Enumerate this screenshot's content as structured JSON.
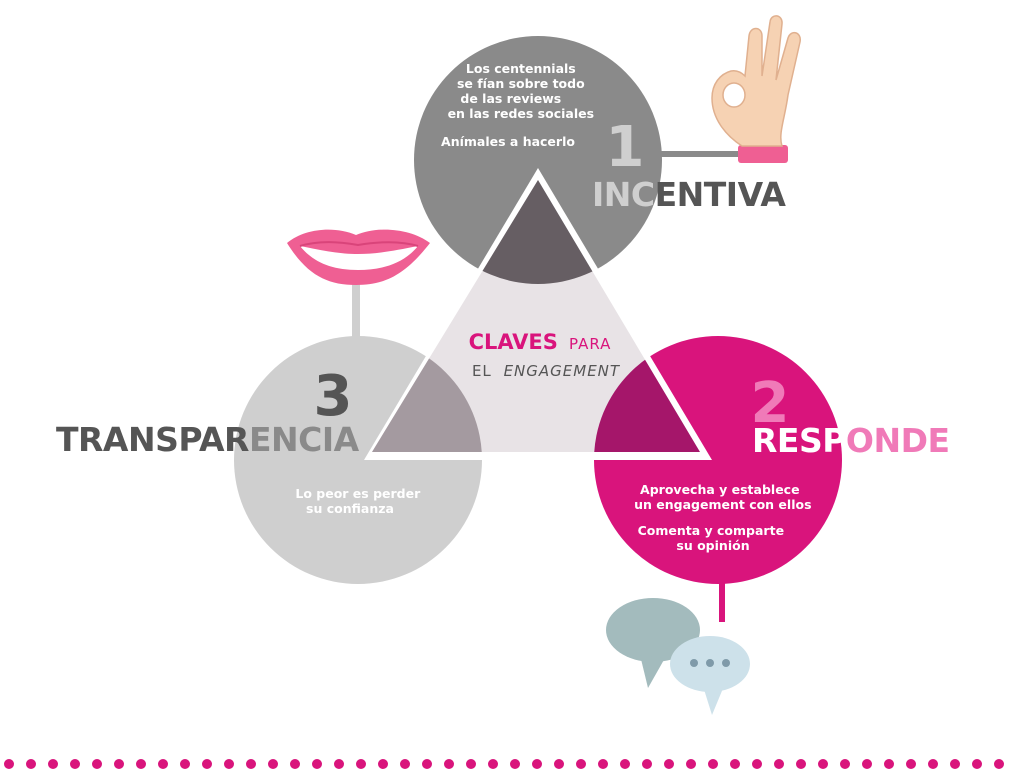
{
  "title": {
    "keyword": "CLAVES",
    "word_para": "PARA",
    "word_el": "EL",
    "word_engagement": "ENGAGEMENT"
  },
  "sections": [
    {
      "number": "1",
      "word_part1": "INC",
      "word_part2": "ENTIVA",
      "text_lines": [
        "Los centennials",
        "se fían sobre todo",
        "de las reviews",
        "en las redes sociales"
      ],
      "text_extra": "Anímales a hacerlo",
      "icon": "ok-hand-icon"
    },
    {
      "number": "2",
      "word_part1": "RESP",
      "word_part2": "ONDE",
      "text_lines": [
        "Aprovecha y establece",
        "un engagement con ellos"
      ],
      "text_extra_lines": [
        "Comenta y comparte",
        "su opinión"
      ],
      "icon": "speech-bubbles-icon"
    },
    {
      "number": "3",
      "word_part1": "TRANSPAR",
      "word_part2": "ENCIA",
      "text_lines": [
        "Lo peor es perder",
        "su confianza"
      ],
      "icon": "lips-icon"
    }
  ],
  "colors": {
    "dark_gray": "#8a8a8a",
    "light_gray": "#cfcfcf",
    "magenta": "#d9147c",
    "pink": "#f07ab8",
    "triangle_fill": "#e8e3e6",
    "text_dark": "#555555",
    "dots": "#d9147c"
  }
}
